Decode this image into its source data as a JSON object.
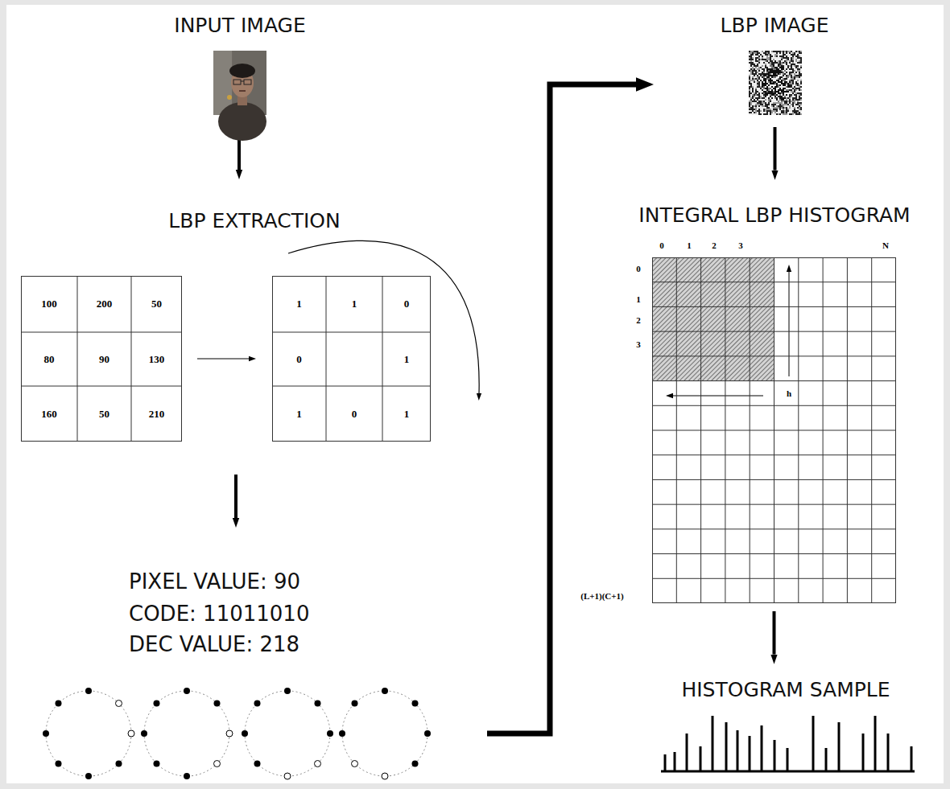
{
  "diagram": {
    "nodes": [
      {
        "text": [
          "INPUT IMAGE"
        ]
      },
      {
        "text": [
          "100",
          "200",
          "50",
          "80",
          "90",
          "130",
          "160",
          "50",
          "210"
        ]
      },
      {
        "text": [
          "1",
          "1",
          "0",
          "0",
          "1",
          "1",
          "0",
          "1"
        ]
      },
      {
        "text": [
          "LBP IMAGE"
        ]
      },
      {
        "text": [
          "INTEGRAL LBP HISTOGRAM"
        ]
      },
      {
        "text": [
          "HISTOGRAM SAMPLE"
        ]
      }
    ],
    "edges": [
      {
        "from": 1,
        "to": 2,
        "arrow": "to"
      },
      {
        "from": 3,
        "to": 4,
        "arrow": "to"
      },
      {
        "from": 4,
        "to": 5,
        "arrow": "to"
      }
    ],
    "labels": [
      "LBP EXTRACTION",
      "PIXEL VALUE: 90",
      "CODE: 11011010",
      "DEC VALUE: 218",
      "0",
      "1",
      "2",
      "3",
      "N",
      "0",
      "1",
      "2",
      "3",
      "(L+1)(C+1)",
      "h"
    ]
  }
}
